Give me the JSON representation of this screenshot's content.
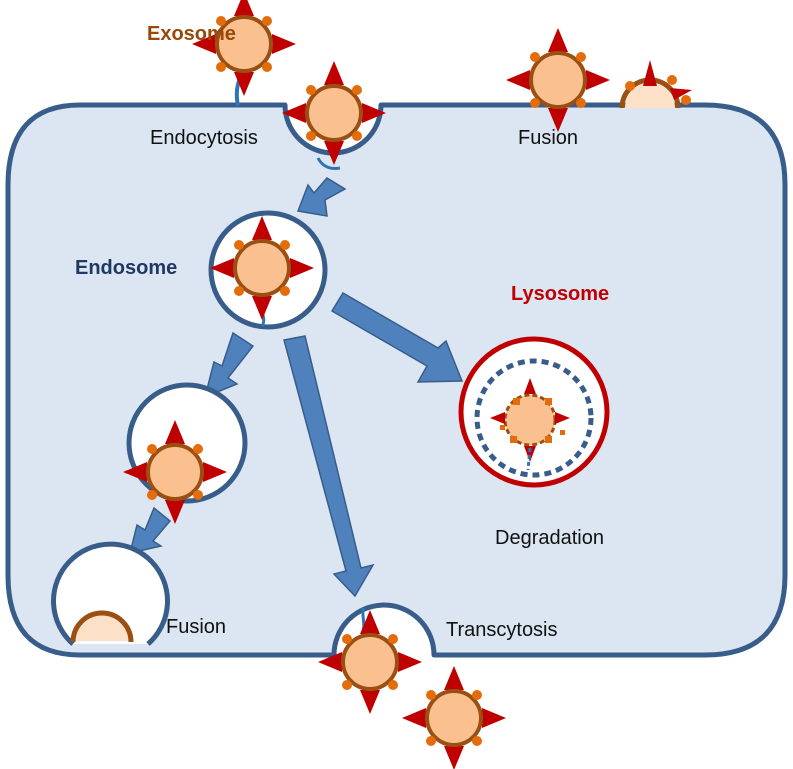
{
  "labels": {
    "exosome": "Exosome",
    "endocytosis": "Endocytosis",
    "fusion_top": "Fusion",
    "endosome": "Endosome",
    "lysosome": "Lysosome",
    "degradation": "Degradation",
    "fusion_bottom": "Fusion",
    "transcytosis": "Transcytosis"
  },
  "colors": {
    "cell_fill": "#dce6f2",
    "cell_stroke": "#385d8a",
    "arrow": "#4f81bd",
    "exosome_fill": "#fac090",
    "exosome_stroke": "#9c4f12",
    "spike": "#c00000",
    "knob": "#e46c0a",
    "exosome_label": "#984807",
    "endosome_label": "#1f3864",
    "lysosome": "#c00000"
  },
  "icons": {
    "exosome": "exosome-icon",
    "spike": "spike-icon",
    "receptor": "receptor-icon"
  }
}
